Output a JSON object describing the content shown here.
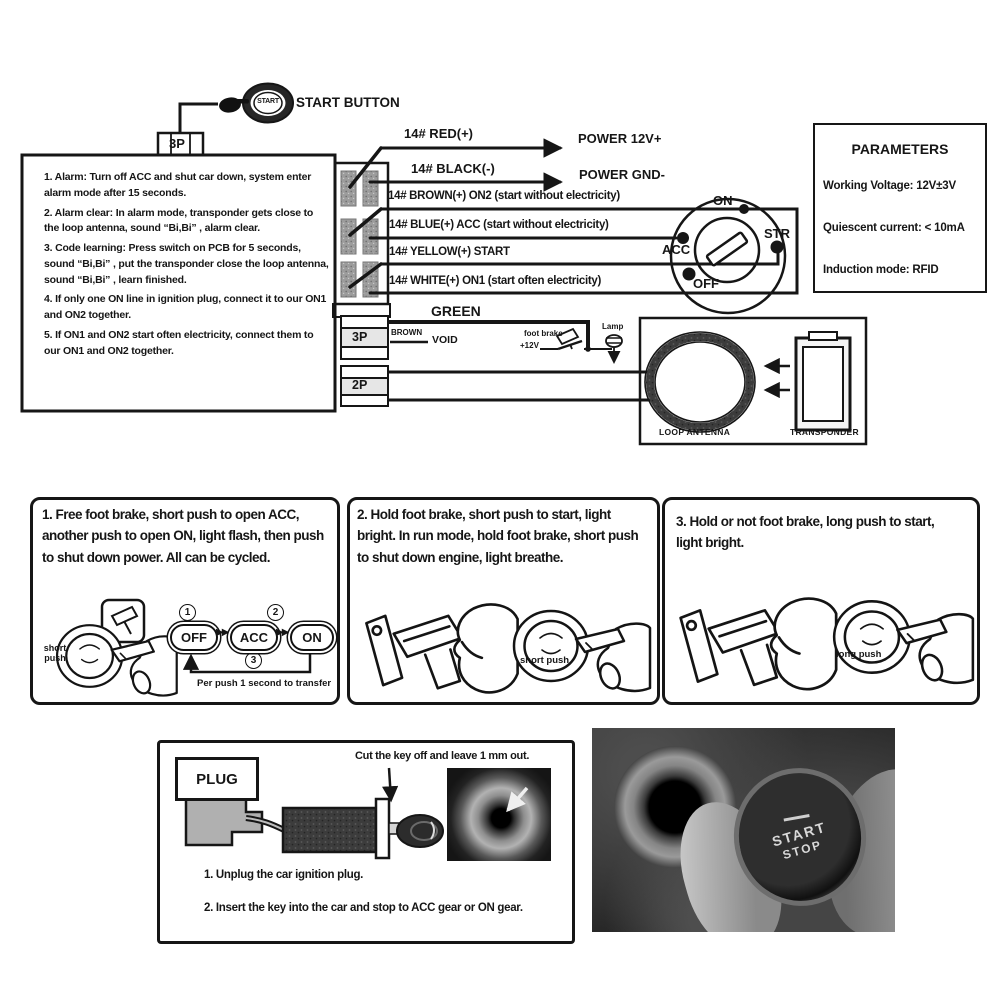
{
  "top_diagram": {
    "start_button": {
      "label": "START BUTTON",
      "button_text": "START"
    },
    "top_connector_label": "3P",
    "control_box_notes": [
      "1. Alarm: Turn off ACC and shut car down, system enter alarm mode after 15 seconds.",
      "2. Alarm clear: In alarm mode, transponder gets close to the loop antenna, sound “Bi,Bi” , alarm clear.",
      "3. Code learning: Press switch on PCB for 5 seconds, sound “Bi,Bi” , put the transponder close the loop antenna, sound “Bi,Bi” , learn finished.",
      "4. If only one ON line in ignition plug, connect it to our ON1 and ON2 together.",
      "5. If ON1 and  ON2 start often electricity, connect them to  our ON1 and  ON2 together."
    ],
    "wires": {
      "red": "14# RED(+)",
      "red_target": "POWER 12V+",
      "black": "14# BLACK(-)",
      "black_target": "POWER GND-",
      "brown": "14# BROWN(+)   ON2 (start without electricity)",
      "blue": "14# BLUE(+)   ACC (start without electricity)",
      "yellow": "14# YELLOW(+)   START",
      "white": "14# WHITE(+)   ON1 (start often electricity)"
    },
    "ignition_switch": {
      "on": "ON",
      "acc": "ACC",
      "str": "STR",
      "off": "OFF"
    },
    "parameters": {
      "title": "PARAMETERS",
      "rows": [
        "Working Voltage: 12V±3V",
        "Quiescent current:  < 10mA",
        "Induction mode: RFID"
      ]
    },
    "mid_connectors": {
      "p3": "3P",
      "p2": "2P"
    },
    "green_label": "GREEN",
    "brown_label": "BROWN",
    "void_label": "VOID",
    "footbrake_label": "foot brake",
    "v12_label": "+12V",
    "lamp_label": "Lamp",
    "loop_antenna_label": "LOOP ANTENNA",
    "transponder_label": "TRANSPONDER"
  },
  "operation_panels": [
    {
      "text": "1.  Free foot brake, short push to open ACC, another push to open ON, light flash, then push to shut down power. All can be cycled.",
      "push_label": "short push",
      "marks": [
        "1",
        "2",
        "3"
      ],
      "states": {
        "off": "OFF",
        "acc": "ACC",
        "on": "ON"
      },
      "arrow_glyph": "▶▶",
      "loop_note": "Per push 1 second to transfer"
    },
    {
      "text": "2.  Hold foot brake, short push to start, light bright. In run mode, hold foot brake, short push to shut down engine, light breathe.",
      "push_label": "short push"
    },
    {
      "text": "3.  Hold or not foot brake, long push to start, light bright.",
      "push_label": "long push"
    }
  ],
  "install_panel": {
    "plug_label": "PLUG",
    "cut_note": "Cut the key off and leave 1 mm out.",
    "steps": [
      "1.  Unplug the car ignition plug.",
      "2.  Insert the key into the car and  stop to ACC gear or ON gear."
    ]
  },
  "photo": {
    "button_top": "START",
    "button_bottom": "STOP"
  }
}
